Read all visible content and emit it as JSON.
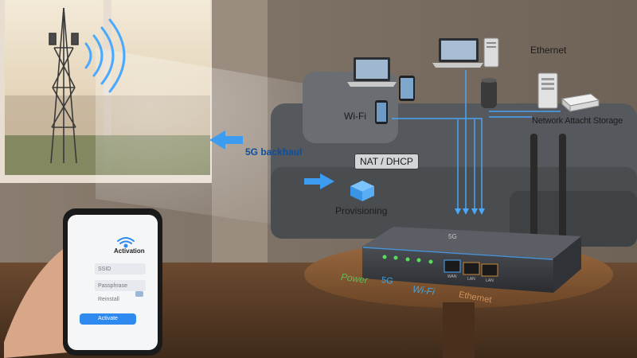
{
  "labels": {
    "ethernet": "Ethernet",
    "wifi": "Wi-Fi",
    "nas": "Network Attacht Storage",
    "backhaul": "5G backhaul",
    "nat_dhcp": "NAT / DHCP",
    "provisioning": "Provisioning"
  },
  "router": {
    "badge": "5G",
    "leds": [
      "Power",
      "5G",
      "Wi-Fi",
      "Ethernet"
    ],
    "ports": [
      "WAN",
      "LAN",
      "LAN"
    ]
  },
  "phone": {
    "title": "Activation",
    "fields": [
      "SSID",
      "Passphrase",
      "Reinstall"
    ],
    "button": "Activate"
  },
  "colors": {
    "accent": "#2f8af0",
    "link": "#4aa8ff",
    "power_led": "#58d05a",
    "ethernet_led": "#e0a060"
  }
}
